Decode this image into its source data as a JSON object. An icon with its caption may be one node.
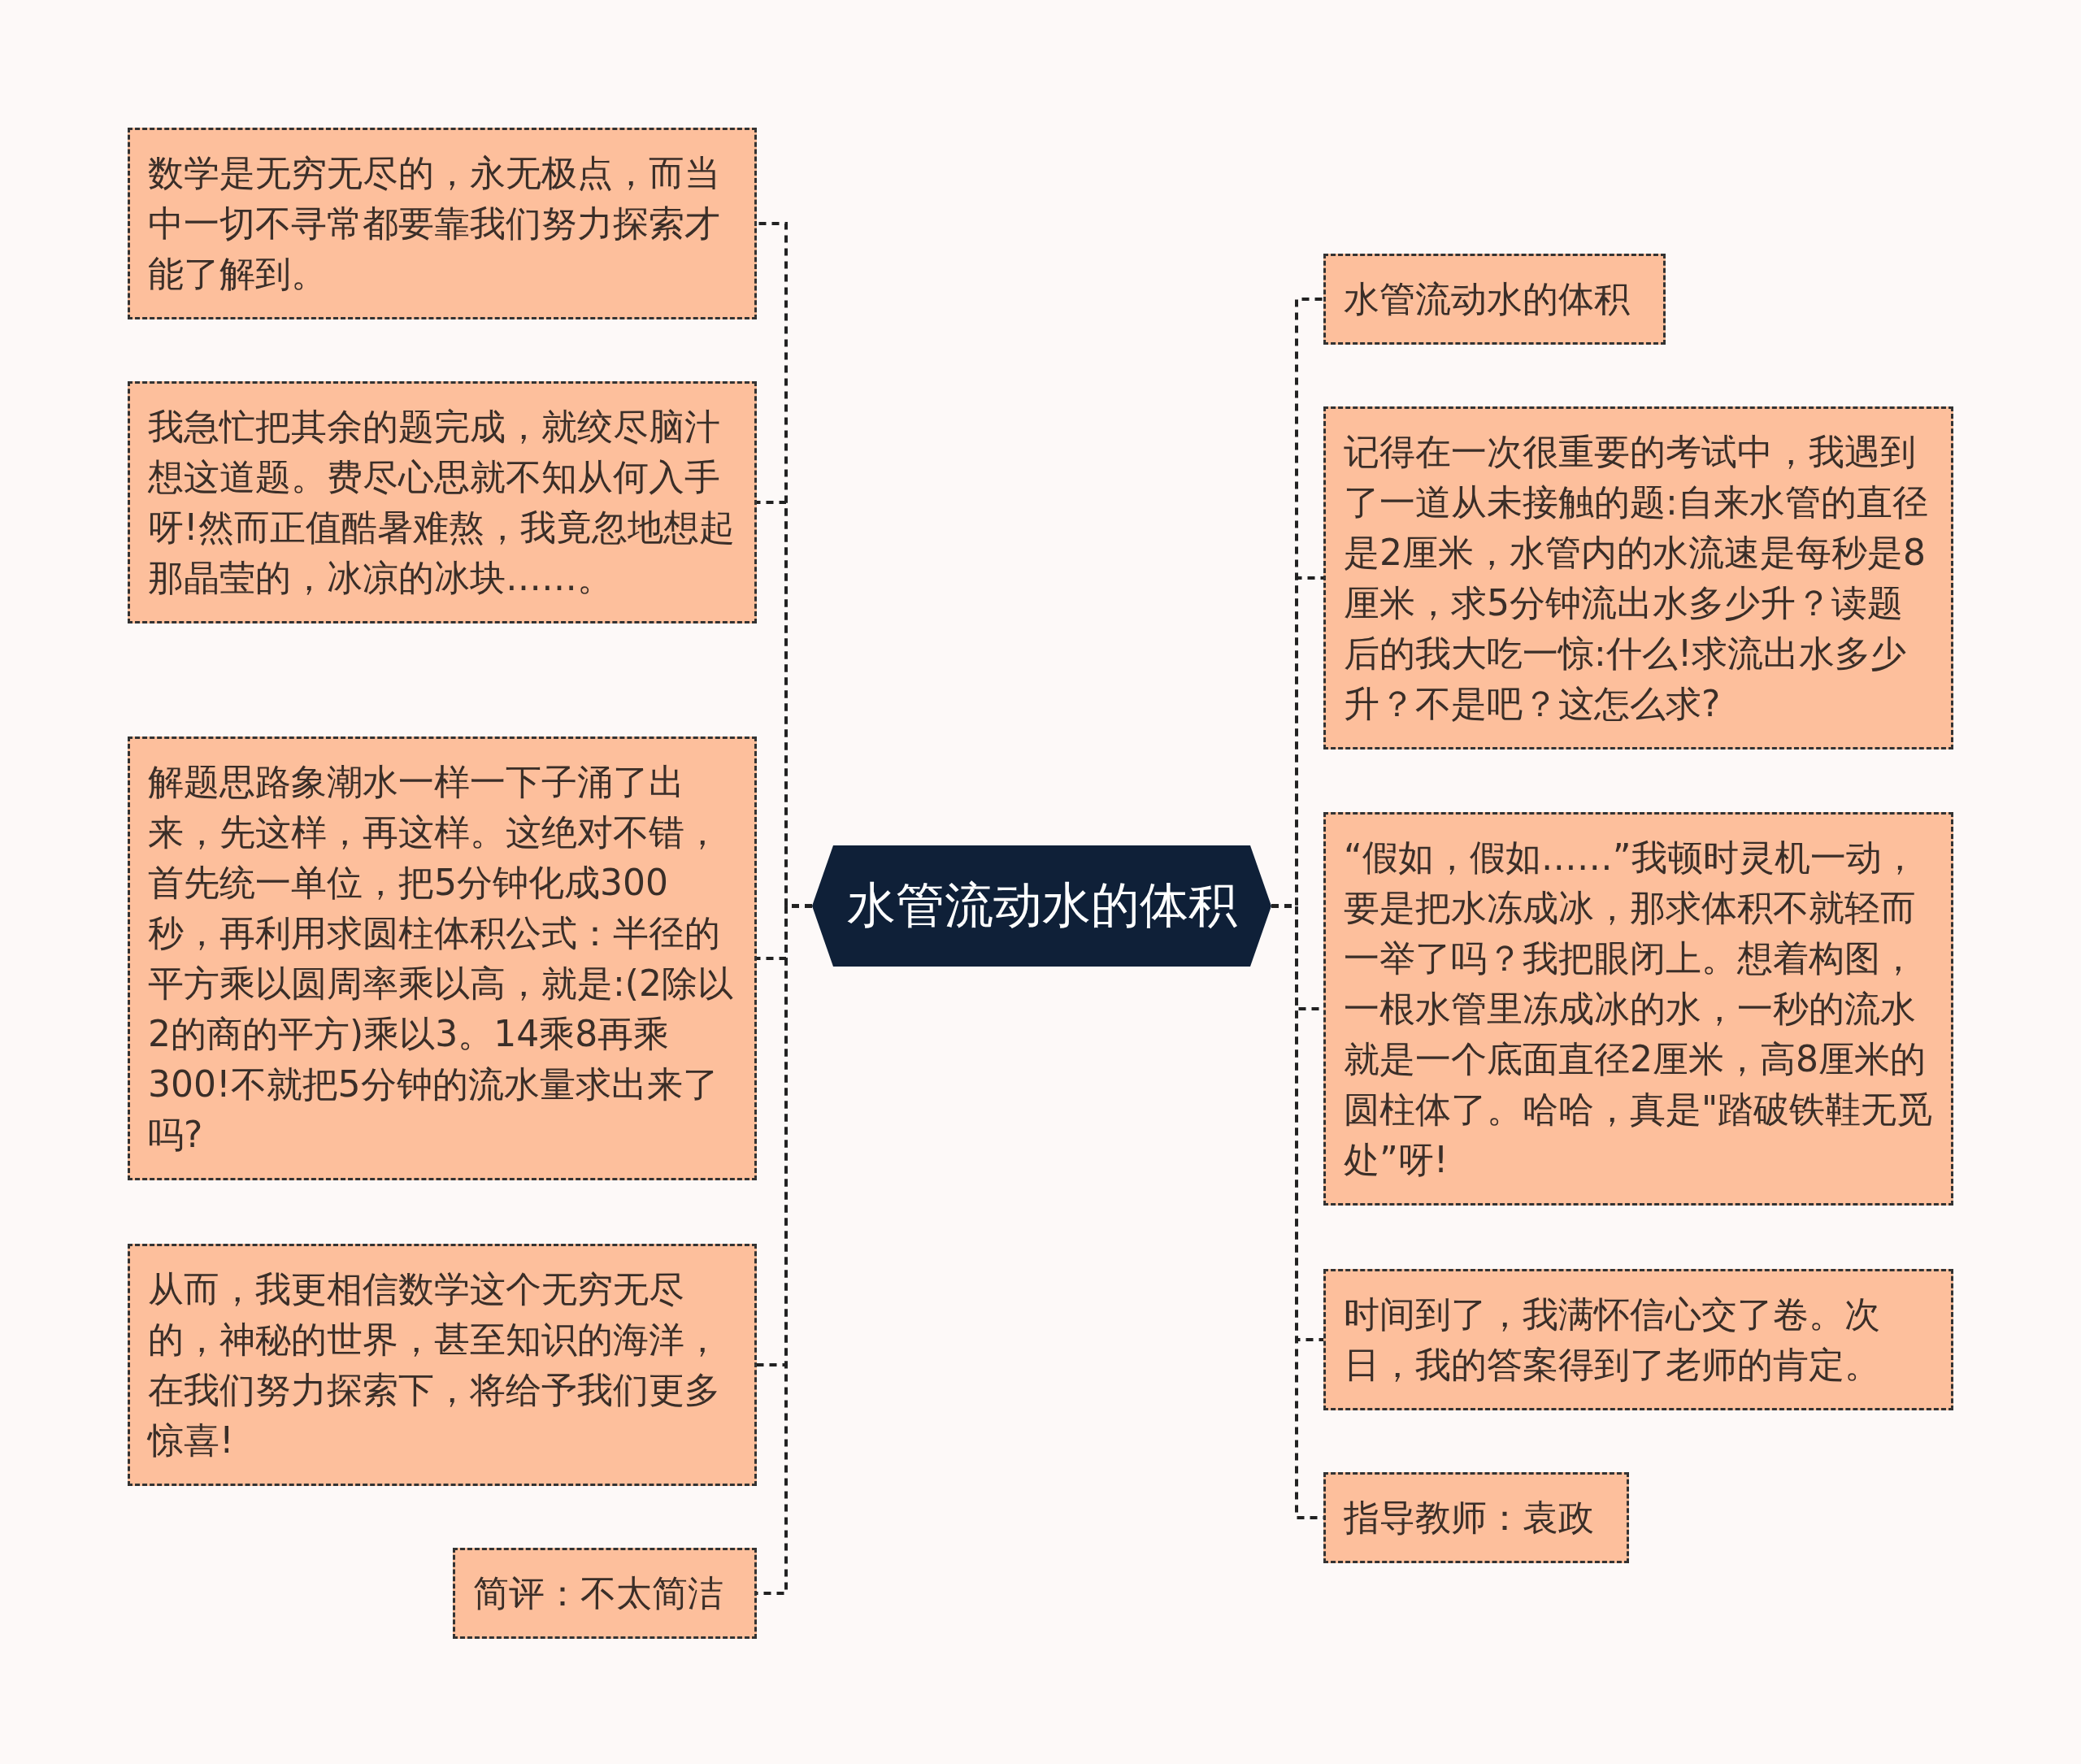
{
  "diagram": {
    "nodes": [
      {
        "text": [
          "水管流动水的体积"
        ]
      },
      {
        "text": [
          "数学是无穷无尽的，永无极点，而当中一切不寻常都要靠我们努力探索才能了解到。"
        ]
      },
      {
        "text": [
          "我急忙把其余的题完成，就绞尽脑汁想这道题。费尽心思就不知从何入手呀!然而正值酷暑难熬，我竟忽地想起那晶莹的，冰凉的冰块……。"
        ]
      },
      {
        "text": [
          "解题思路象潮水一样一下子涌了出来，先这样，再这样。这绝对不错，首先统一单位，把5分钟化成300秒，再利用求圆柱体积公式：半径的平方乘以圆周率乘以高，就是:(2除以2的商的平方)乘以3。14乘8再乘300!不就把5分钟的流水量求出来了吗?"
        ]
      },
      {
        "text": [
          "从而，我更相信数学这个无穷无尽的，神秘的世界，甚至知识的海洋，在我们努力探索下，将给予我们更多惊喜!"
        ]
      },
      {
        "text": [
          "简评：不太简洁"
        ]
      },
      {
        "text": [
          "水管流动水的体积"
        ]
      },
      {
        "text": [
          "记得在一次很重要的考试中，我遇到了一道从未接触的题:自来水管的直径是2厘米，水管内的水流速是每秒是8厘米，求5分钟流出水多少升？读题后的我大吃一惊:什么!求流出水多少升？不是吧？这怎么求?"
        ]
      },
      {
        "text": [
          "“假如，假如……”我顿时灵机一动，要是把水冻成冰，那求体积不就轻而一举了吗？我把眼闭上。想着构图，一根水管里冻成冰的水，一秒的流水就是一个底面直径2厘米，高8厘米的圆柱体了。哈哈，真是\"踏破铁鞋无觅处”呀!"
        ]
      },
      {
        "text": [
          "时间到了，我满怀信心交了卷。次日，我的答案得到了老师的肯定。"
        ]
      },
      {
        "text": [
          "指导教师：袁政"
        ]
      }
    ],
    "edges": [
      {
        "from": 0,
        "to": 1,
        "arrow": "none",
        "style": "dashed"
      },
      {
        "from": 0,
        "to": 2,
        "arrow": "none",
        "style": "dashed"
      },
      {
        "from": 0,
        "to": 3,
        "arrow": "none",
        "style": "dashed"
      },
      {
        "from": 0,
        "to": 4,
        "arrow": "none",
        "style": "dashed"
      },
      {
        "from": 0,
        "to": 5,
        "arrow": "none",
        "style": "dashed"
      },
      {
        "from": 0,
        "to": 6,
        "arrow": "none",
        "style": "dashed"
      },
      {
        "from": 0,
        "to": 7,
        "arrow": "none",
        "style": "dashed"
      },
      {
        "from": 0,
        "to": 8,
        "arrow": "none",
        "style": "dashed"
      },
      {
        "from": 0,
        "to": 9,
        "arrow": "none",
        "style": "dashed"
      },
      {
        "from": 0,
        "to": 10,
        "arrow": "none",
        "style": "dashed"
      }
    ]
  }
}
